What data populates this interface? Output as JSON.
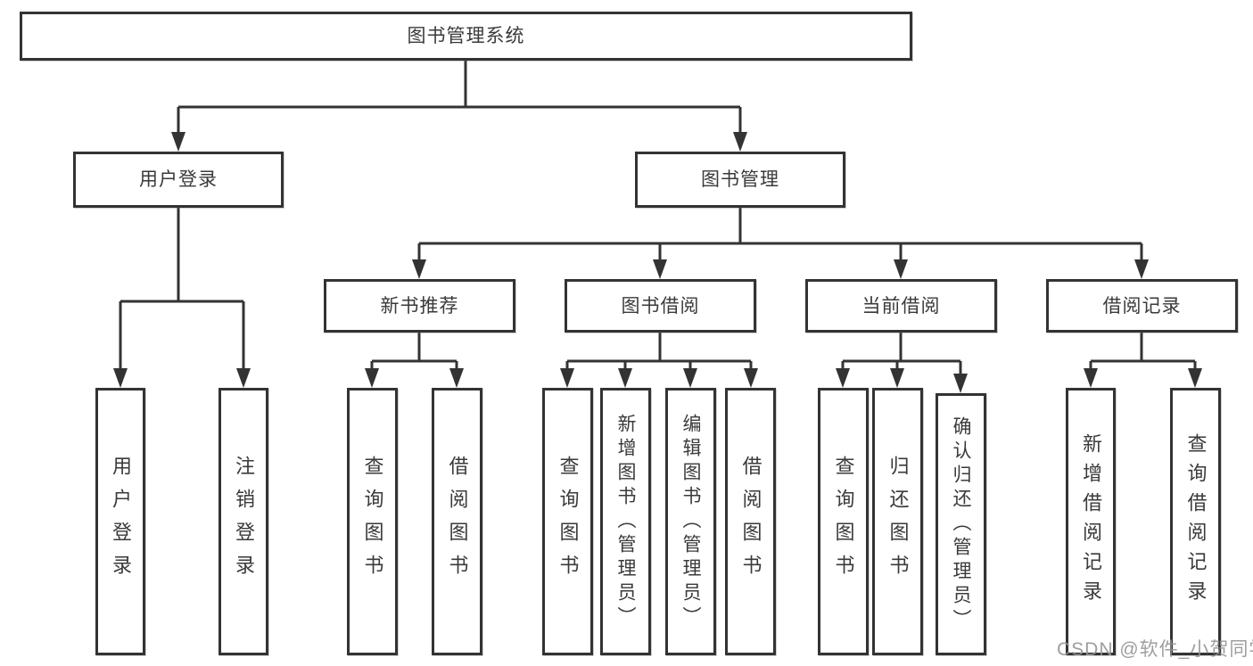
{
  "diagram_title": "图书管理系统",
  "watermark": "CSDN @软件_小贺同学",
  "colors": {
    "line": "#333333",
    "box_border": "#333333",
    "text": "#3a3a3a",
    "watermark": "#949494",
    "background": "#ffffff"
  },
  "nodes": {
    "root": {
      "label": "图书管理系统",
      "level": 1
    },
    "user_login": {
      "label": "用户登录",
      "level": 2,
      "parent": "root"
    },
    "book_mgmt": {
      "label": "图书管理",
      "level": 2,
      "parent": "root"
    },
    "new_book_rec": {
      "label": "新书推荐",
      "level": 3,
      "parent": "book_mgmt"
    },
    "book_borrow": {
      "label": "图书借阅",
      "level": 3,
      "parent": "book_mgmt"
    },
    "current_borrow": {
      "label": "当前借阅",
      "level": 3,
      "parent": "book_mgmt"
    },
    "borrow_record": {
      "label": "借阅记录",
      "level": 3,
      "parent": "book_mgmt"
    },
    "leaf_user_login": {
      "label": "用户登录",
      "level": 4,
      "parent": "user_login"
    },
    "leaf_logout": {
      "label": "注销登录",
      "level": 4,
      "parent": "user_login"
    },
    "leaf_nb_query": {
      "label": "查询图书",
      "level": 4,
      "parent": "new_book_rec"
    },
    "leaf_nb_borrow": {
      "label": "借阅图书",
      "level": 4,
      "parent": "new_book_rec"
    },
    "leaf_bb_query": {
      "label": "查询图书",
      "level": 4,
      "parent": "book_borrow"
    },
    "leaf_bb_add": {
      "label": "新增图书（管理员）",
      "level": 4,
      "parent": "book_borrow"
    },
    "leaf_bb_edit": {
      "label": "编辑图书（管理员）",
      "level": 4,
      "parent": "book_borrow"
    },
    "leaf_bb_borrow": {
      "label": "借阅图书",
      "level": 4,
      "parent": "book_borrow"
    },
    "leaf_cb_query": {
      "label": "查询图书",
      "level": 4,
      "parent": "current_borrow"
    },
    "leaf_cb_return": {
      "label": "归还图书",
      "level": 4,
      "parent": "current_borrow"
    },
    "leaf_cb_confirm": {
      "label": "确认归还（管理员）",
      "level": 4,
      "parent": "current_borrow"
    },
    "leaf_br_add": {
      "label": "新增借阅记录",
      "level": 4,
      "parent": "borrow_record"
    },
    "leaf_br_query": {
      "label": "查询借阅记录",
      "level": 4,
      "parent": "borrow_record"
    }
  }
}
